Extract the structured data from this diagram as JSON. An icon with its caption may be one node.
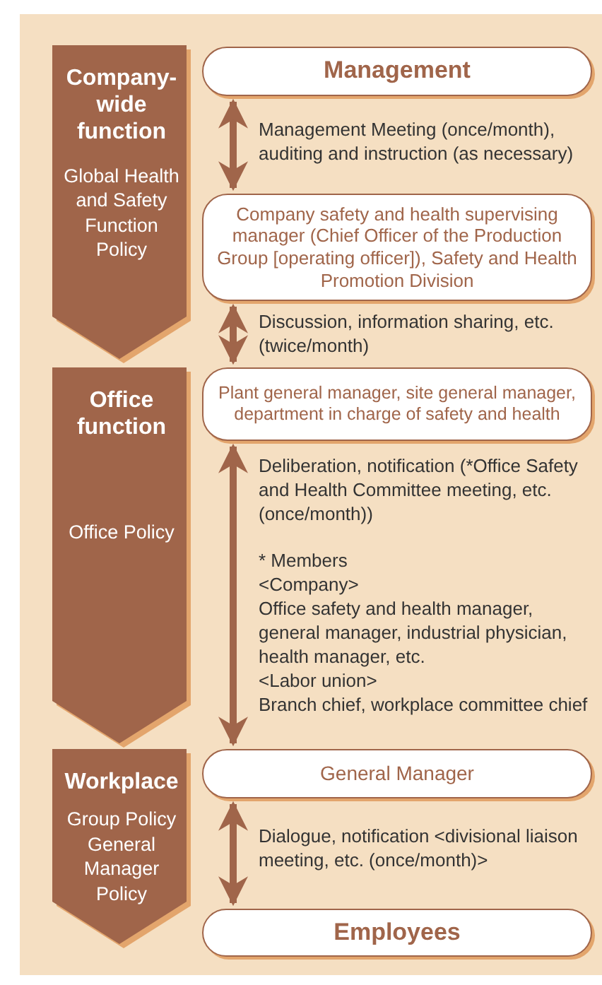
{
  "diagram": {
    "nodes": [
      {
        "text": [
          "Company-wide function",
          "Global Health and Safety Function Policy"
        ]
      },
      {
        "text": [
          "Office function",
          "Office Policy"
        ]
      },
      {
        "text": [
          "Workplace",
          "Group Policy General Manager Policy"
        ]
      },
      {
        "text": [
          "Management"
        ]
      },
      {
        "text": [
          "Company safety and health supervising manager (Chief Officer of the Production Group [operating officer]), Safety and Health Promotion Division"
        ]
      },
      {
        "text": [
          "Plant general manager, site general manager, department in charge of safety and health"
        ]
      },
      {
        "text": [
          "General Manager"
        ]
      },
      {
        "text": [
          "Employees"
        ]
      }
    ],
    "edges": [
      {
        "from": 3,
        "to": 4,
        "arrow": "both",
        "label": "Management Meeting (once/month), auditing and instruction (as necessary)"
      },
      {
        "from": 4,
        "to": 5,
        "arrow": "both",
        "label": "Discussion, information sharing, etc. (twice/month)"
      },
      {
        "from": 5,
        "to": 6,
        "arrow": "both",
        "label": "Deliberation, notification (*Office Safety and Health Committee meeting, etc. (once/month))"
      },
      {
        "from": 6,
        "to": 7,
        "arrow": "both",
        "label": "Dialogue, notification <divisional liaison meeting, etc. (once/month)>"
      }
    ],
    "labels": [
      "* Members",
      "<Company>",
      "Office safety and health manager, general manager, industrial physician, health manager, etc.",
      "<Labor union>",
      "Branch chief, workplace committee chief"
    ]
  }
}
